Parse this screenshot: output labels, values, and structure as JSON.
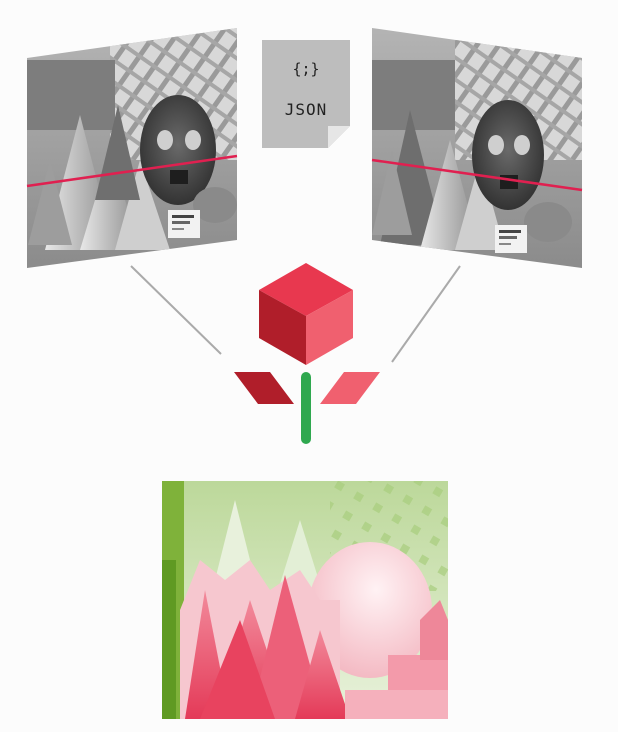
{
  "json_doc": {
    "line1": "{;}",
    "line2": "JSON"
  },
  "colors": {
    "cube_top": "#e8384f",
    "cube_left": "#b01e2a",
    "cube_right": "#f0606f",
    "leaf_left": "#b01e2a",
    "leaf_right": "#f0606f",
    "stem": "#2fa84f",
    "epipolar_line": "#e02050",
    "connector": "#aaaaaa",
    "doc_fill": "#bdbdbd"
  },
  "icons": [
    "left-stereo-image",
    "right-stereo-image",
    "json-document-icon",
    "cube-flower-logo",
    "disparity-map"
  ]
}
